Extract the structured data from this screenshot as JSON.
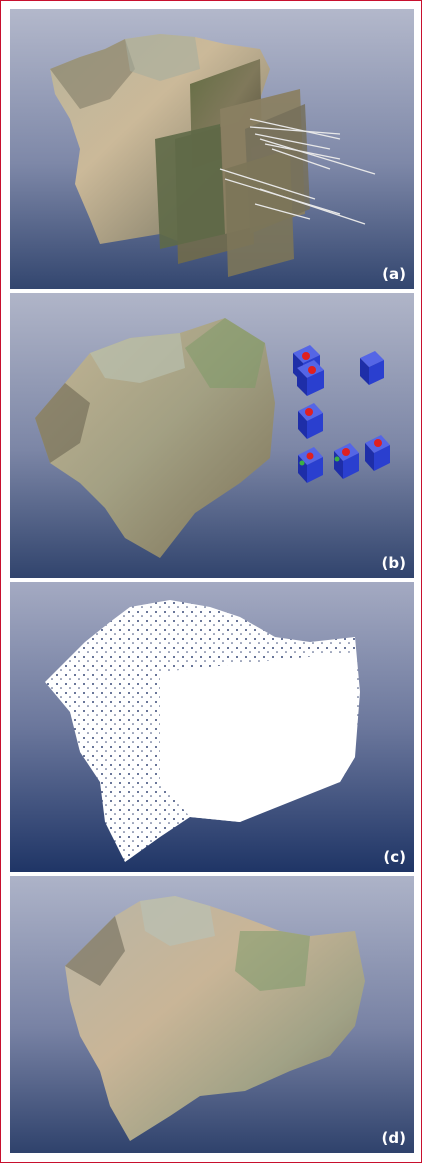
{
  "panels": [
    {
      "label": "(a)",
      "content": "terrain-with-camera-planes"
    },
    {
      "label": "(b)",
      "content": "terrain-with-camera-cubes"
    },
    {
      "label": "(c)",
      "content": "white-point-cloud"
    },
    {
      "label": "(d)",
      "content": "colored-point-cloud"
    }
  ],
  "colors": {
    "frame": "#c8102e",
    "sky_top": "#a8aec6",
    "sky_bottom": "#2d3f6c",
    "terrain_light": "#c8b89a",
    "terrain_green": "#6f8a5a",
    "terrain_dark": "#5b5341",
    "camera_blue": "#2a3fcf",
    "camera_red": "#e02020",
    "point_white": "#ffffff",
    "label_text": "#ffffff"
  }
}
